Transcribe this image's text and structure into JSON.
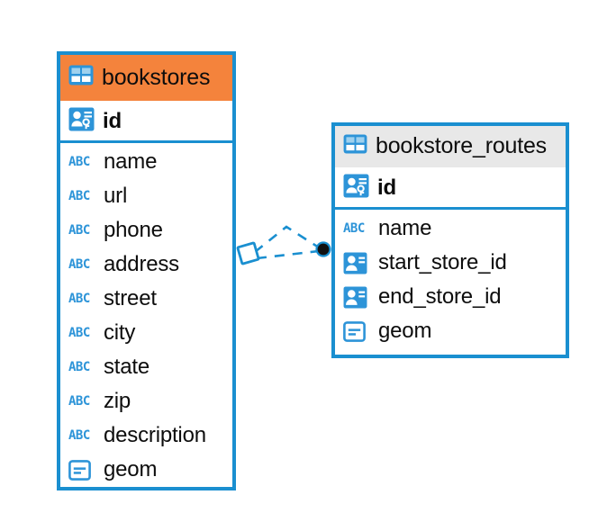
{
  "diagram": {
    "type": "entity-relationship-diagram",
    "background_color": "#ffffff",
    "accent_color": "#1a8fd0",
    "highlight_color": "#f4833c",
    "plain_header_color": "#e8e8e8"
  },
  "entities": [
    {
      "name": "bookstores",
      "header_style": "accent",
      "table_icon": "table-icon",
      "primary_key": {
        "label": "id",
        "icon": "primary-key-icon"
      },
      "fields": [
        {
          "label": "name",
          "icon": "text-type-icon",
          "icon_text": "ABC"
        },
        {
          "label": "url",
          "icon": "text-type-icon",
          "icon_text": "ABC"
        },
        {
          "label": "phone",
          "icon": "text-type-icon",
          "icon_text": "ABC"
        },
        {
          "label": "address",
          "icon": "text-type-icon",
          "icon_text": "ABC"
        },
        {
          "label": "street",
          "icon": "text-type-icon",
          "icon_text": "ABC"
        },
        {
          "label": "city",
          "icon": "text-type-icon",
          "icon_text": "ABC"
        },
        {
          "label": "state",
          "icon": "text-type-icon",
          "icon_text": "ABC"
        },
        {
          "label": "zip",
          "icon": "text-type-icon",
          "icon_text": "ABC"
        },
        {
          "label": "description",
          "icon": "text-type-icon",
          "icon_text": "ABC"
        },
        {
          "label": "geom",
          "icon": "geometry-type-icon",
          "icon_text": ""
        }
      ]
    },
    {
      "name": "bookstore_routes",
      "header_style": "plain",
      "table_icon": "table-icon",
      "primary_key": {
        "label": "id",
        "icon": "primary-key-icon"
      },
      "fields": [
        {
          "label": "name",
          "icon": "text-type-icon",
          "icon_text": "ABC"
        },
        {
          "label": "start_store_id",
          "icon": "foreign-key-icon",
          "icon_text": ""
        },
        {
          "label": "end_store_id",
          "icon": "foreign-key-icon",
          "icon_text": ""
        },
        {
          "label": "geom",
          "icon": "geometry-type-icon",
          "icon_text": ""
        }
      ]
    }
  ],
  "relationship": {
    "style": "dashed",
    "color": "#1a8fd0",
    "source_endpoint": "diamond",
    "target_endpoint": "filled-circle",
    "target_endpoint_color": "#0d0d0d",
    "connector_count": 2
  }
}
